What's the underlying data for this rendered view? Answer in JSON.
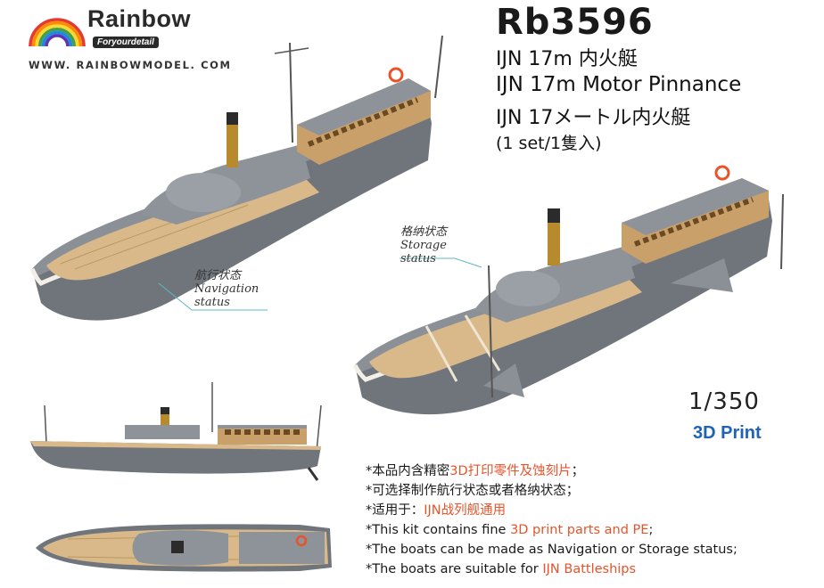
{
  "brand": {
    "name": "Rainbow",
    "tagline": "Foryourdetail",
    "website": "WWW. RAINBOWMODEL. COM",
    "rainbow_colors": [
      "#e53935",
      "#fb8c00",
      "#fdd835",
      "#43a047",
      "#1e88e5",
      "#5e35b1"
    ]
  },
  "product": {
    "code": "Rb3596",
    "title_cn": "IJN 17m 内火艇",
    "title_en": "IJN 17m Motor Pinnance",
    "title_jp": "IJN 17メートル内火艇",
    "set_info": "(1 set/1隻入)",
    "scale": "1/350",
    "print_type": "3D Print"
  },
  "annotations": {
    "navigation": {
      "cn": "航行状态",
      "en1": "Navigation",
      "en2": "status"
    },
    "storage": {
      "cn": "格纳状态",
      "en1": "Storage",
      "en2": "status"
    }
  },
  "features": [
    {
      "pre": "*本品内含精密",
      "hl": "3D打印零件及蚀刻片",
      "post": "；"
    },
    {
      "pre": "*可选择制作航行状态或者格纳状态；",
      "hl": "",
      "post": ""
    },
    {
      "pre": "*适用于：",
      "hl": "IJN战列舰通用",
      "post": ""
    },
    {
      "pre": "*This kit contains fine ",
      "hl": "3D print parts and PE",
      "post": ";"
    },
    {
      "pre": "*The boats can be made as Navigation or Storage status;",
      "hl": "",
      "post": ""
    },
    {
      "pre": "*The boats are suitable for ",
      "hl": "IJN Battleships",
      "post": ""
    }
  ],
  "colors": {
    "hull": "#7b7f86",
    "deck": "#d9b98a",
    "cabin": "#c9a06a",
    "brass": "#b88a2e",
    "highlight": "#e8532a",
    "accent_blue": "#1e63b8",
    "leader_line": "#5bb8c4"
  }
}
